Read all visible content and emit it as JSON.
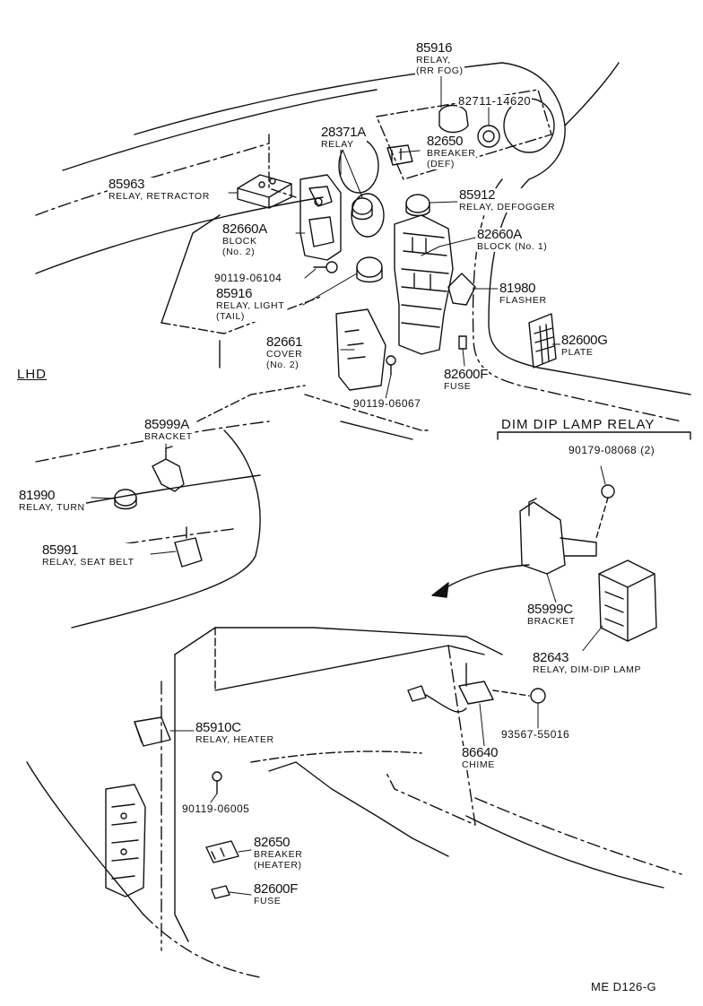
{
  "section_labels": {
    "lhd": "LHD",
    "dim_dip": "DIM DIP LAMP RELAY"
  },
  "diagram_code": "ME D126-G",
  "parts": [
    {
      "key": "p85916_rr",
      "number": "85916",
      "desc": [
        "RELAY,",
        "(RR FOG)"
      ]
    },
    {
      "key": "p82711",
      "number": "82711-14620",
      "desc": []
    },
    {
      "key": "p28371a",
      "number": "28371A",
      "desc": [
        "RELAY"
      ]
    },
    {
      "key": "p82650_def",
      "number": "82650",
      "desc": [
        "BREAKER",
        "(DEF)"
      ]
    },
    {
      "key": "p85963",
      "number": "85963",
      "desc": [
        "RELAY, RETRACTOR"
      ]
    },
    {
      "key": "p85912",
      "number": "85912",
      "desc": [
        "RELAY, DEFOGGER"
      ]
    },
    {
      "key": "p82660a_2",
      "number": "82660A",
      "desc": [
        "BLOCK",
        "(No. 2)"
      ]
    },
    {
      "key": "p82660a_1",
      "number": "82660A",
      "desc": [
        "BLOCK (No. 1)"
      ]
    },
    {
      "key": "p90119_06104",
      "number": "90119-06104",
      "desc": []
    },
    {
      "key": "p85916_tail",
      "number": "85916",
      "desc": [
        "RELAY, LIGHT",
        "(TAIL)"
      ]
    },
    {
      "key": "p81980",
      "number": "81980",
      "desc": [
        "FLASHER"
      ]
    },
    {
      "key": "p82600g",
      "number": "82600G",
      "desc": [
        "PLATE"
      ]
    },
    {
      "key": "p82661",
      "number": "82661",
      "desc": [
        "COVER",
        "(No. 2)"
      ]
    },
    {
      "key": "p82600f_top",
      "number": "82600F",
      "desc": [
        "FUSE"
      ]
    },
    {
      "key": "p90119_06067",
      "number": "90119-06067",
      "desc": []
    },
    {
      "key": "p90179",
      "number": "90179-08068 (2)",
      "desc": []
    },
    {
      "key": "p85999a",
      "number": "85999A",
      "desc": [
        "BRACKET"
      ]
    },
    {
      "key": "p81990",
      "number": "81990",
      "desc": [
        "RELAY, TURN"
      ]
    },
    {
      "key": "p85991",
      "number": "85991",
      "desc": [
        "RELAY, SEAT BELT"
      ]
    },
    {
      "key": "p85999c",
      "number": "85999C",
      "desc": [
        "BRACKET"
      ]
    },
    {
      "key": "p82643",
      "number": "82643",
      "desc": [
        "RELAY, DIM-DIP LAMP"
      ]
    },
    {
      "key": "p85910c",
      "number": "85910C",
      "desc": [
        "RELAY, HEATER"
      ]
    },
    {
      "key": "p93567",
      "number": "93567-55016",
      "desc": []
    },
    {
      "key": "p86640",
      "number": "86640",
      "desc": [
        "CHIME"
      ]
    },
    {
      "key": "p90119_06005",
      "number": "90119-06005",
      "desc": []
    },
    {
      "key": "p82650_heater",
      "number": "82650",
      "desc": [
        "BREAKER",
        "(HEATER)"
      ]
    },
    {
      "key": "p82600f_bottom",
      "number": "82600F",
      "desc": [
        "FUSE"
      ]
    }
  ]
}
